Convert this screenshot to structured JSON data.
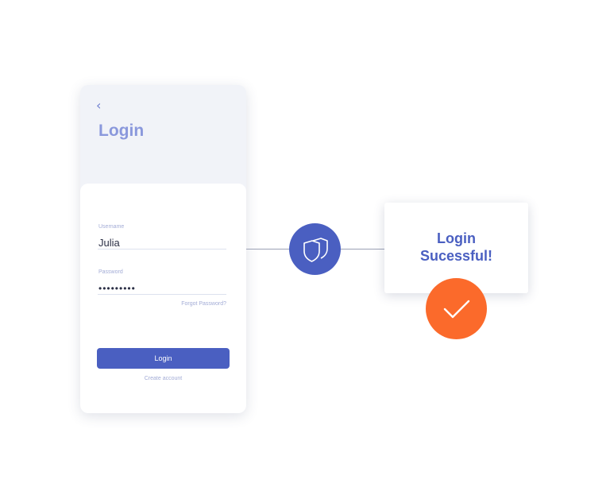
{
  "colors": {
    "accent": "#4a5fc1",
    "success_badge": "#fb6a2b",
    "title_light": "#8a98dc",
    "muted_text": "#a3acd6",
    "panel_bg": "#f1f3f8"
  },
  "login_screen": {
    "back_icon": "chevron-left-icon",
    "title": "Login",
    "username": {
      "label": "Username",
      "value": "Julia"
    },
    "password": {
      "label": "Password",
      "value": "•••••••••"
    },
    "forgot_password": "Forgot Password?",
    "login_button": "Login",
    "create_account": "Create account"
  },
  "security_badge": {
    "icon": "shield-icon"
  },
  "result": {
    "line1": "Login",
    "line2": "Sucessful!",
    "badge_icon": "checkmark-icon"
  }
}
